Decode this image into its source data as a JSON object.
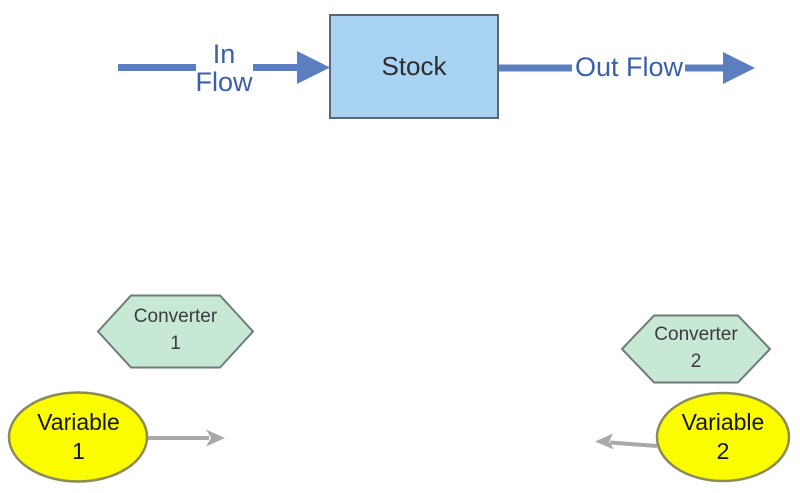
{
  "diagram": {
    "stock": {
      "label": "Stock"
    },
    "in_flow": {
      "label": "In\nFlow"
    },
    "out_flow": {
      "label": "Out Flow"
    },
    "converter_1": {
      "label": "Converter\n1"
    },
    "converter_2": {
      "label": "Converter\n2"
    },
    "variable_1": {
      "label": "Variable\n1"
    },
    "variable_2": {
      "label": "Variable\n2"
    },
    "colors": {
      "stock_fill": "#a9d3f2",
      "stock_border": "#5b6573",
      "stock_text": "#2d2d2d",
      "flow_arrow": "#5b7ec1",
      "flow_text": "#3a5fad",
      "converter_fill": "#c6e8d5",
      "converter_border": "#6f7e75",
      "converter_text": "#3c3c3c",
      "variable_fill": "#fcfc00",
      "variable_border": "#8b8b55",
      "variable_text": "#151515",
      "link_arrow": "#a9a9a9"
    }
  }
}
